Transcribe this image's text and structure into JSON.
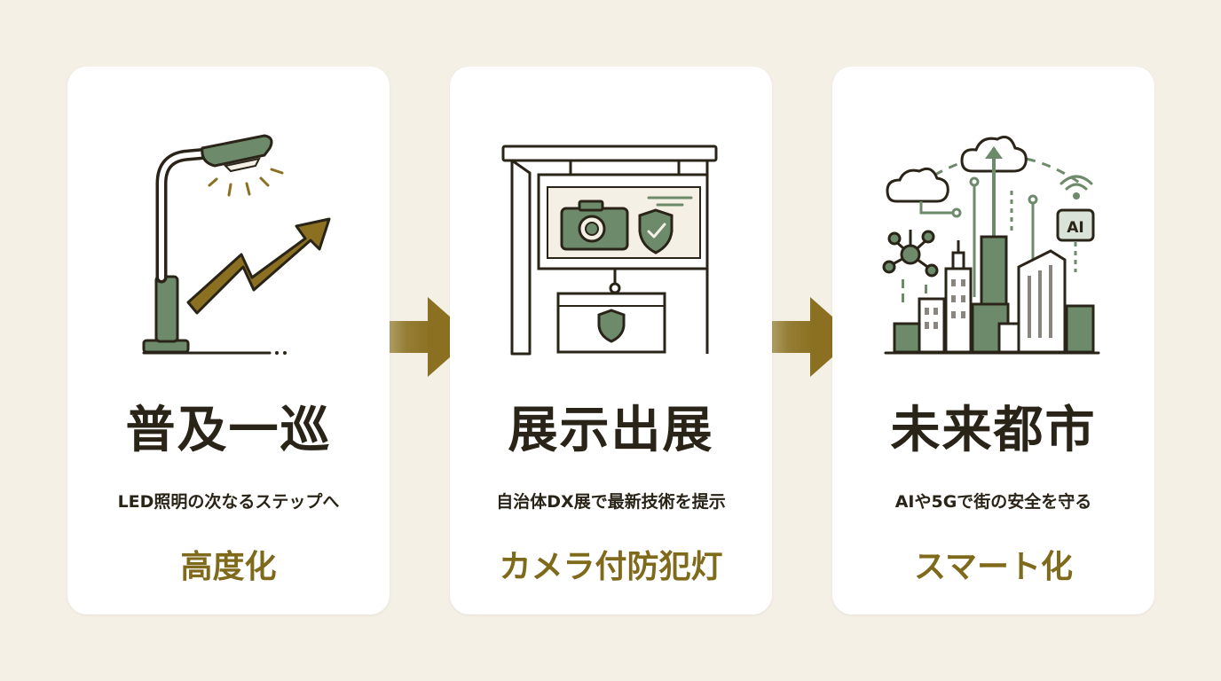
{
  "steps": [
    {
      "title": "普及一巡",
      "description": "LED照明の次なるステップへ",
      "tag": "高度化"
    },
    {
      "title": "展示出展",
      "description": "自治体DX展で最新技術を提示",
      "tag": "カメラ付防犯灯"
    },
    {
      "title": "未来都市",
      "description": "AIや5Gで街の安全を守る",
      "tag": "スマート化"
    }
  ],
  "ai_badge": "AI",
  "colors": {
    "background": "#f4f0e6",
    "card": "#ffffff",
    "green": "#6d8b6a",
    "gold": "#8a7020",
    "ink": "#2a2418"
  }
}
